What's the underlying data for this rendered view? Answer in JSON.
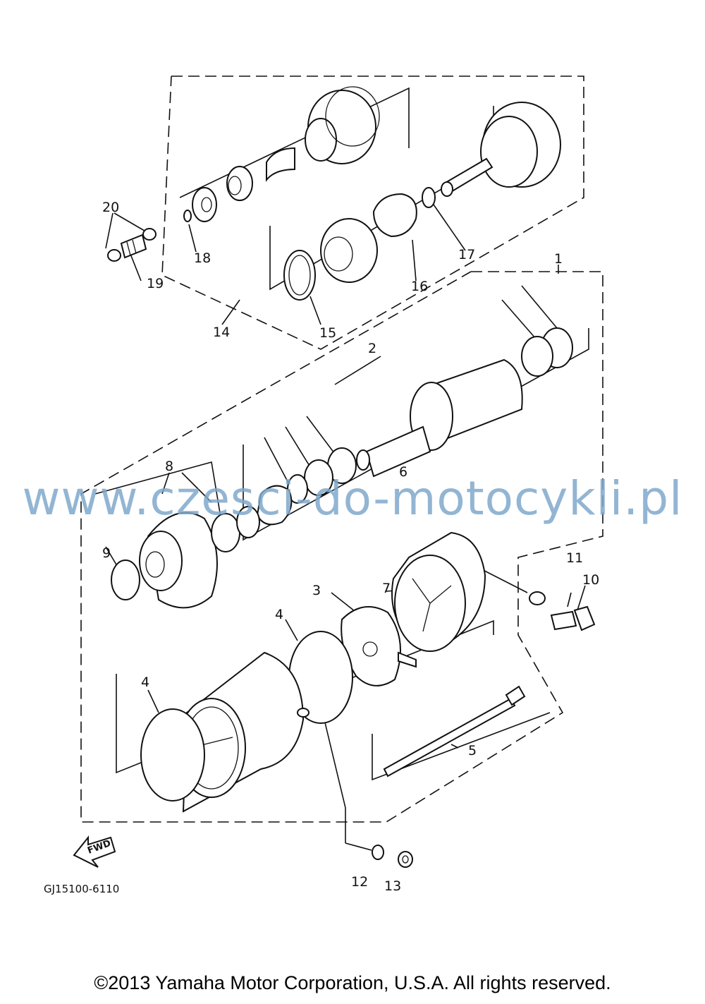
{
  "diagram": {
    "callouts": [
      "1",
      "2",
      "3",
      "4",
      "4",
      "5",
      "6",
      "7",
      "8",
      "9",
      "10",
      "11",
      "12",
      "13",
      "14",
      "15",
      "16",
      "17",
      "18",
      "19",
      "20"
    ],
    "direction_label": "FWD",
    "part_code": "GJ15100-6110"
  },
  "watermark": "www.czesci-do-motocykli.pl",
  "copyright": "©2013 Yamaha Motor Corporation, U.S.A. All rights reserved."
}
